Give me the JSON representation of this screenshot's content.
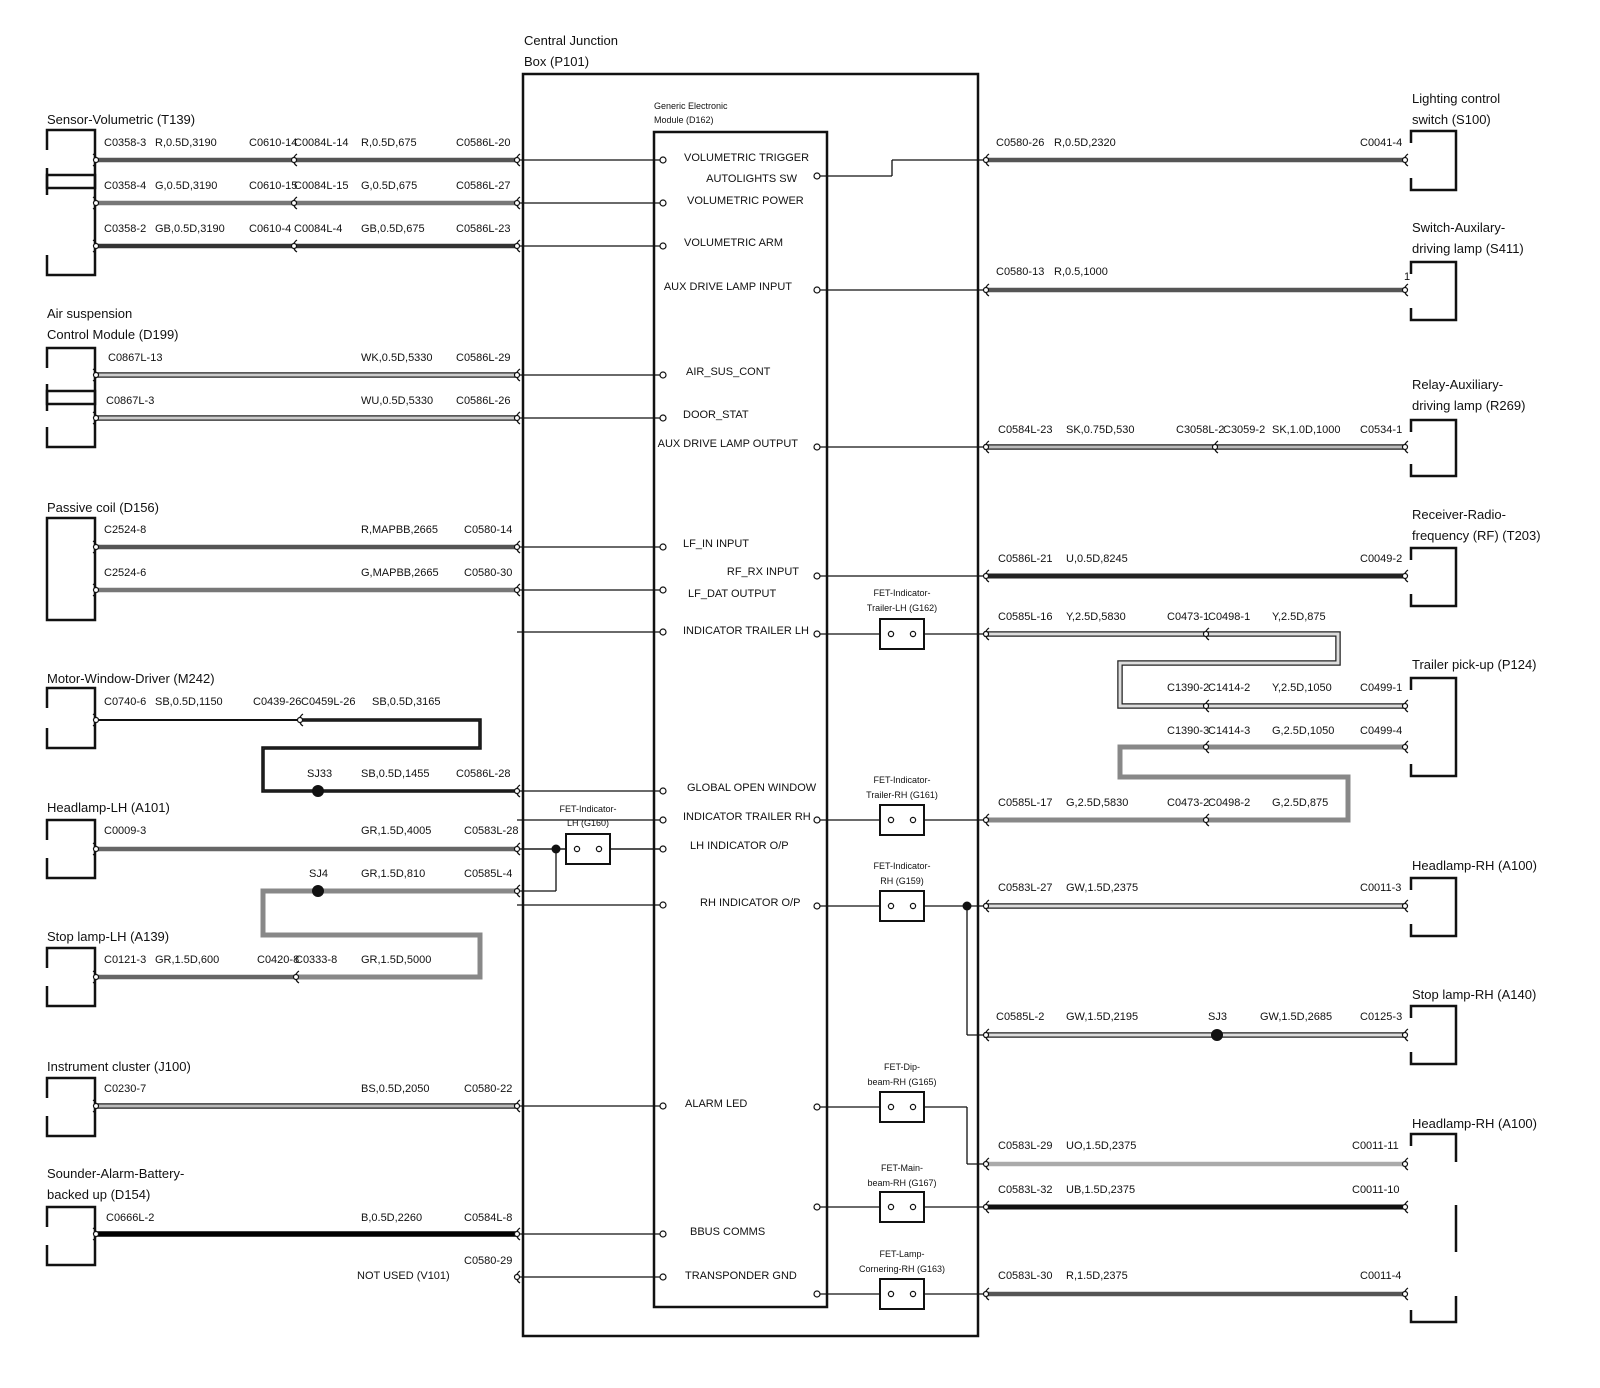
{
  "jb": {
    "title1": "Central Junction",
    "title2": "Box (P101)"
  },
  "gem": {
    "title1": "Generic Electronic",
    "title2": "Module (D162)"
  },
  "colors": {
    "R": "#555555",
    "G": "#777777",
    "GB": "#333333",
    "WK": "#cccccc",
    "WU": "#cccccc",
    "U": "#222222",
    "SK": "#bbbbbb",
    "Y": "#dddddd",
    "GY": "#888888",
    "GR": "#666666",
    "GW": "#dddddd",
    "BS": "#bbbbbb",
    "B": "#000000",
    "UO": "#aaaaaa",
    "UB": "#111111",
    "SB": "#111111"
  },
  "components": [
    {
      "l1": "Sensor-Volumetric (T139)",
      "l2": ""
    },
    {
      "l1": "Air suspension",
      "l2": "Control Module (D199)"
    },
    {
      "l1": "Passive coil (D156)",
      "l2": ""
    },
    {
      "l1": "Motor-Window-Driver (M242)",
      "l2": ""
    },
    {
      "l1": "Headlamp-LH (A101)",
      "l2": ""
    },
    {
      "l1": "Stop lamp-LH (A139)",
      "l2": ""
    },
    {
      "l1": "Instrument cluster (J100)",
      "l2": ""
    },
    {
      "l1": "Sounder-Alarm-Battery-",
      "l2": "backed up (D154)"
    },
    {
      "l1": "Lighting control",
      "l2": "switch (S100)"
    },
    {
      "l1": "Switch-Auxilary-",
      "l2": "driving lamp (S411)"
    },
    {
      "l1": "Relay-Auxiliary-",
      "l2": "driving lamp (R269)"
    },
    {
      "l1": "Receiver-Radio-",
      "l2": "frequency (RF) (T203)"
    },
    {
      "l1": "Trailer pick-up (P124)",
      "l2": ""
    },
    {
      "l1": "Headlamp-RH (A100)",
      "l2": ""
    },
    {
      "l1": "Stop lamp-RH (A140)",
      "l2": ""
    },
    {
      "l1": "Headlamp-RH (A100)",
      "l2": ""
    }
  ],
  "pins": [
    "VOLUMETRIC TRIGGER",
    "AUTOLIGHTS SW",
    "VOLUMETRIC POWER",
    "VOLUMETRIC ARM",
    "AUX DRIVE LAMP INPUT",
    "AIR_SUS_CONT",
    "DOOR_STAT",
    "AUX DRIVE LAMP OUTPUT",
    "LF_IN INPUT",
    "RF_RX INPUT",
    "LF_DAT OUTPUT",
    "INDICATOR TRAILER LH",
    "GLOBAL OPEN WINDOW",
    "INDICATOR TRAILER RH",
    "LH INDICATOR O/P",
    "RH INDICATOR O/P",
    "ALARM LED",
    "BBUS COMMS",
    "TRANSPONDER GND"
  ],
  "fets": [
    {
      "l1": "FET-Indicator-",
      "l2": "Trailer-LH (G162)"
    },
    {
      "l1": "FET-Indicator-",
      "l2": "Trailer-RH (G161)"
    },
    {
      "l1": "FET-Indicator-",
      "l2": "RH (G159)"
    },
    {
      "l1": "FET-Dip-",
      "l2": "beam-RH (G165)"
    },
    {
      "l1": "FET-Main-",
      "l2": "beam-RH (G167)"
    },
    {
      "l1": "FET-Lamp-",
      "l2": "Cornering-RH (G163)"
    },
    {
      "l1": "FET-Indicator-",
      "l2": "LH (G160)"
    }
  ],
  "wire_labels": [
    "C0358-3",
    "R,0.5D,3190",
    "C0610-14",
    "C0084L-14",
    "R,0.5D,675",
    "C0586L-20",
    "C0358-4",
    "G,0.5D,3190",
    "C0610-15",
    "C0084L-15",
    "G,0.5D,675",
    "C0586L-27",
    "C0358-2",
    "GB,0.5D,3190",
    "C0610-4",
    "C0084L-4",
    "GB,0.5D,675",
    "C0586L-23",
    "C0867L-13",
    "WK,0.5D,5330",
    "C0586L-29",
    "C0867L-3",
    "WU,0.5D,5330",
    "C0586L-26",
    "C2524-8",
    "R,MAPBB,2665",
    "C0580-14",
    "C2524-6",
    "G,MAPBB,2665",
    "C0580-30",
    "C0740-6",
    "SB,0.5D,1150",
    "C0439-26",
    "C0459L-26",
    "SB,0.5D,3165",
    "SJ33",
    "SB,0.5D,1455",
    "C0586L-28",
    "C0009-3",
    "GR,1.5D,4005",
    "C0583L-28",
    "SJ4",
    "GR,1.5D,810",
    "C0585L-4",
    "C0121-3",
    "GR,1.5D,600",
    "C0420-8",
    "C0333-8",
    "GR,1.5D,5000",
    "C0230-7",
    "BS,0.5D,2050",
    "C0580-22",
    "C0666L-2",
    "B,0.5D,2260",
    "C0584L-8",
    "NOT USED (V101)",
    "C0580-29",
    "C0580-26",
    "R,0.5D,2320",
    "C0041-4",
    "C0580-13",
    "R,0.5,1000",
    "1",
    "C0584L-23",
    "SK,0.75D,530",
    "C3058L-2",
    "C3059-2",
    "SK,1.0D,1000",
    "C0534-1",
    "C0586L-21",
    "U,0.5D,8245",
    "C0049-2",
    "C0585L-16",
    "Y,2.5D,5830",
    "C0473-1",
    "C0498-1",
    "Y,2.5D,875",
    "C1390-2",
    "C1414-2",
    "Y,2.5D,1050",
    "C0499-1",
    "C1390-3",
    "C1414-3",
    "G,2.5D,1050",
    "C0499-4",
    "C0585L-17",
    "G,2.5D,5830",
    "C0473-2",
    "C0498-2",
    "G,2.5D,875",
    "C0583L-27",
    "GW,1.5D,2375",
    "C0011-3",
    "C0585L-2",
    "GW,1.5D,2195",
    "SJ3",
    "GW,1.5D,2685",
    "C0125-3",
    "C0583L-29",
    "UO,1.5D,2375",
    "C0011-11",
    "C0583L-32",
    "UB,1.5D,2375",
    "C0011-10",
    "C0583L-30",
    "R,1.5D,2375",
    "C0011-4"
  ]
}
